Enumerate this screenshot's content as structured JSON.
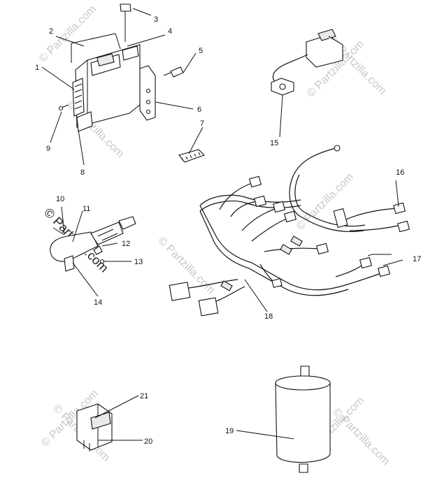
{
  "watermark": {
    "text": "© Partzilla.com",
    "dark_text": "© Partzilla.com"
  },
  "callouts": [
    {
      "id": "c1",
      "label": "1"
    },
    {
      "id": "c2",
      "label": "2"
    },
    {
      "id": "c3",
      "label": "3"
    },
    {
      "id": "c4",
      "label": "4"
    },
    {
      "id": "c5",
      "label": "5"
    },
    {
      "id": "c6",
      "label": "6"
    },
    {
      "id": "c7",
      "label": "7"
    },
    {
      "id": "c8",
      "label": "8"
    },
    {
      "id": "c9",
      "label": "9"
    },
    {
      "id": "c10",
      "label": "10"
    },
    {
      "id": "c11",
      "label": "11"
    },
    {
      "id": "c12",
      "label": "12"
    },
    {
      "id": "c13",
      "label": "13"
    },
    {
      "id": "c14",
      "label": "14"
    },
    {
      "id": "c15",
      "label": "15"
    },
    {
      "id": "c16",
      "label": "16"
    },
    {
      "id": "c17",
      "label": "17"
    },
    {
      "id": "c18",
      "label": "18"
    },
    {
      "id": "c19",
      "label": "19"
    },
    {
      "id": "c20",
      "label": "20"
    },
    {
      "id": "c21",
      "label": "21"
    }
  ]
}
